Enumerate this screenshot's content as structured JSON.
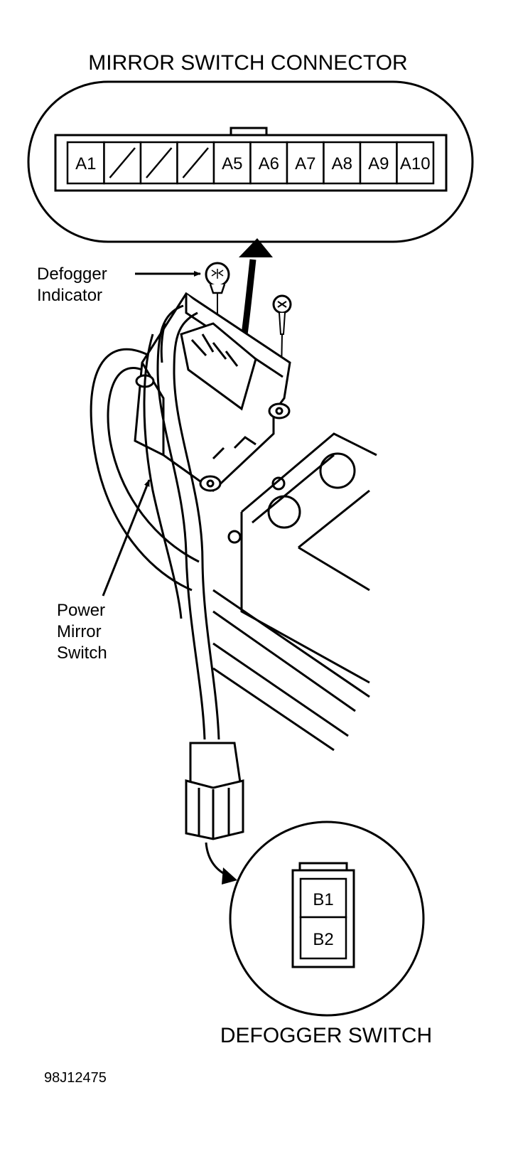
{
  "top_connector": {
    "title": "MIRROR SWITCH CONNECTOR",
    "pins": [
      {
        "label": "A1"
      },
      {
        "label": "",
        "unused": true
      },
      {
        "label": "",
        "unused": true
      },
      {
        "label": "",
        "unused": true
      },
      {
        "label": "A5"
      },
      {
        "label": "A6"
      },
      {
        "label": "A7"
      },
      {
        "label": "A8"
      },
      {
        "label": "A9"
      },
      {
        "label": "A10"
      }
    ]
  },
  "callouts": {
    "defogger_indicator": [
      "Defogger",
      "Indicator"
    ],
    "power_mirror_switch": [
      "Power",
      "Mirror",
      "Switch"
    ]
  },
  "bottom_connector": {
    "title": "DEFOGGER SWITCH",
    "pins": [
      "B1",
      "B2"
    ]
  },
  "figure_id": "98J12475",
  "colors": {
    "ink": "#000000",
    "paper": "#ffffff"
  }
}
